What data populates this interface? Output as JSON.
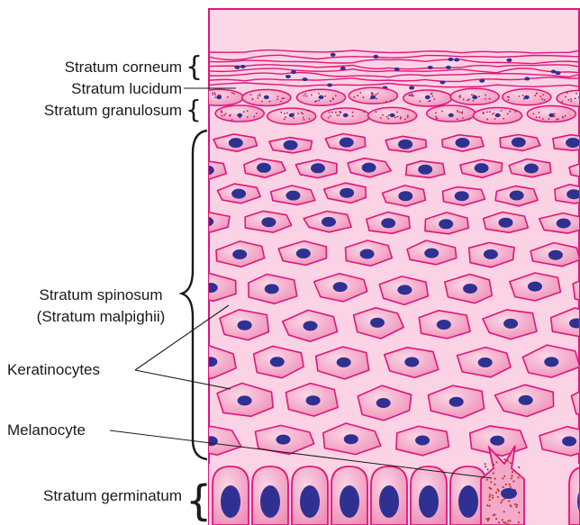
{
  "labels": {
    "corneum": "Stratum corneum",
    "lucidum": "Stratum lucidum",
    "granulosum": "Stratum granulosum",
    "spinosum": "Stratum spinosum",
    "malpighii": "(Stratum malpighii)",
    "keratinocytes": "Keratinocytes",
    "melanocyte": "Melanocyte",
    "germinatum": "Stratum germinatum"
  },
  "colors": {
    "outline": "#e0157a",
    "cell_fill": "#f4a9c9",
    "background": "#fbd3e4",
    "top_band": "#fbd8e6",
    "nucleus": "#2e3192",
    "melanin": "#c0392b",
    "leader": "#1a1a1a"
  }
}
